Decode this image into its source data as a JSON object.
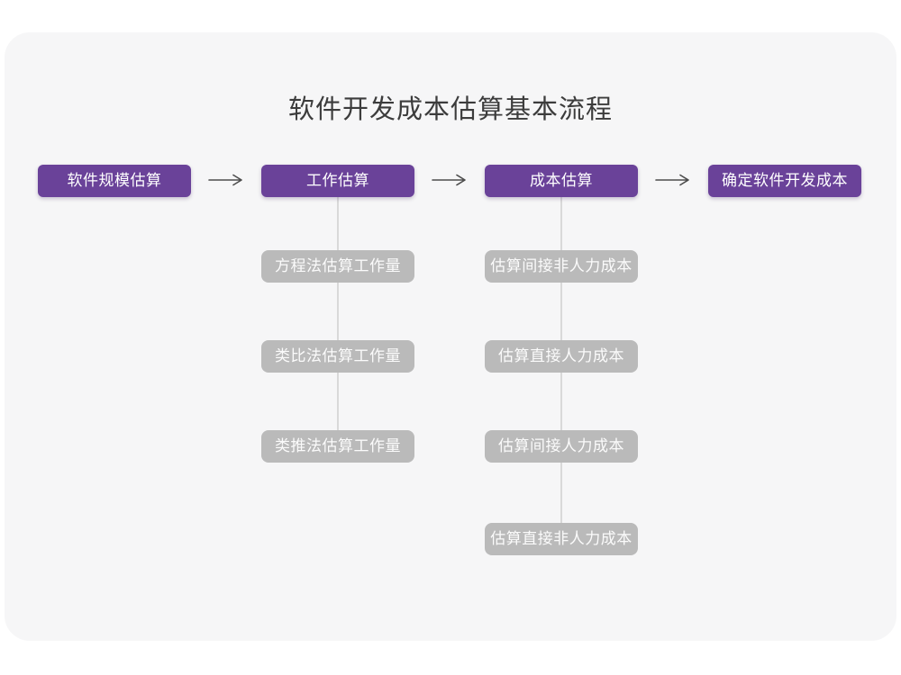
{
  "page": {
    "title": "软件开发成本估算基本流程"
  },
  "colors": {
    "canvas_background": "#f6f6f7",
    "page_background": "#ffffff",
    "step_purple": "#6a4299",
    "substep_gray": "#bababa",
    "connector_gray": "#d9d9d9",
    "arrow_gray": "#4d4d4d",
    "title_text": "#3c3c3c",
    "step_text": "#ffffff"
  },
  "flow": {
    "steps": [
      {
        "label": "软件规模估算"
      },
      {
        "label": "工作估算"
      },
      {
        "label": "成本估算"
      },
      {
        "label": "确定软件开发成本"
      }
    ],
    "work_estimation_methods": [
      {
        "label": "方程法估算工作量"
      },
      {
        "label": "类比法估算工作量"
      },
      {
        "label": "类推法估算工作量"
      }
    ],
    "cost_estimation_steps": [
      {
        "label": "估算间接非人力成本"
      },
      {
        "label": "估算直接人力成本"
      },
      {
        "label": "估算间接人力成本"
      },
      {
        "label": "估算直接非人力成本"
      }
    ]
  }
}
